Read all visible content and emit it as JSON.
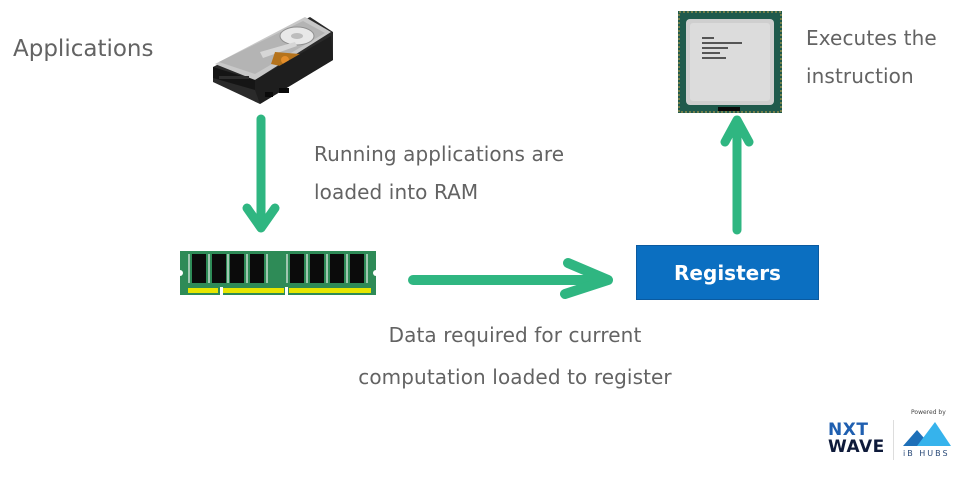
{
  "diagram": {
    "title_label": "Applications",
    "step1_caption": {
      "line1": "Running applications are",
      "line2": "loaded into RAM"
    },
    "step2_caption": {
      "line1": "Data required for current",
      "line2": "computation loaded to register"
    },
    "step3_caption": {
      "line1": "Executes the",
      "line2": "instruction"
    },
    "registers_label": "Registers",
    "images": {
      "hard_drive": "hard-disk-drive",
      "ram": "ram-module",
      "cpu": "cpu-processor"
    },
    "colors": {
      "arrow": "#2fb681",
      "registers_bg": "#0b6fc1",
      "registers_text": "#ffffff",
      "caption_text": "#636363",
      "ram_board": "#2e8b57",
      "ram_chip": "#0b0b0b",
      "ram_contacts": "#e6e600",
      "cpu_board": "#1f5a4c",
      "cpu_lid": "#d9d9d9"
    }
  },
  "branding": {
    "nxtwave_line1": "NXT",
    "nxtwave_line2": "WAVE",
    "powered_by": "Powered by",
    "ibhubs": "iB HUBS",
    "colors": {
      "nxt_blue": "#1f5fb0",
      "wave_dark": "#0e1a3a",
      "mountain_dark": "#1d6fb8",
      "mountain_light": "#36b3ec"
    }
  }
}
